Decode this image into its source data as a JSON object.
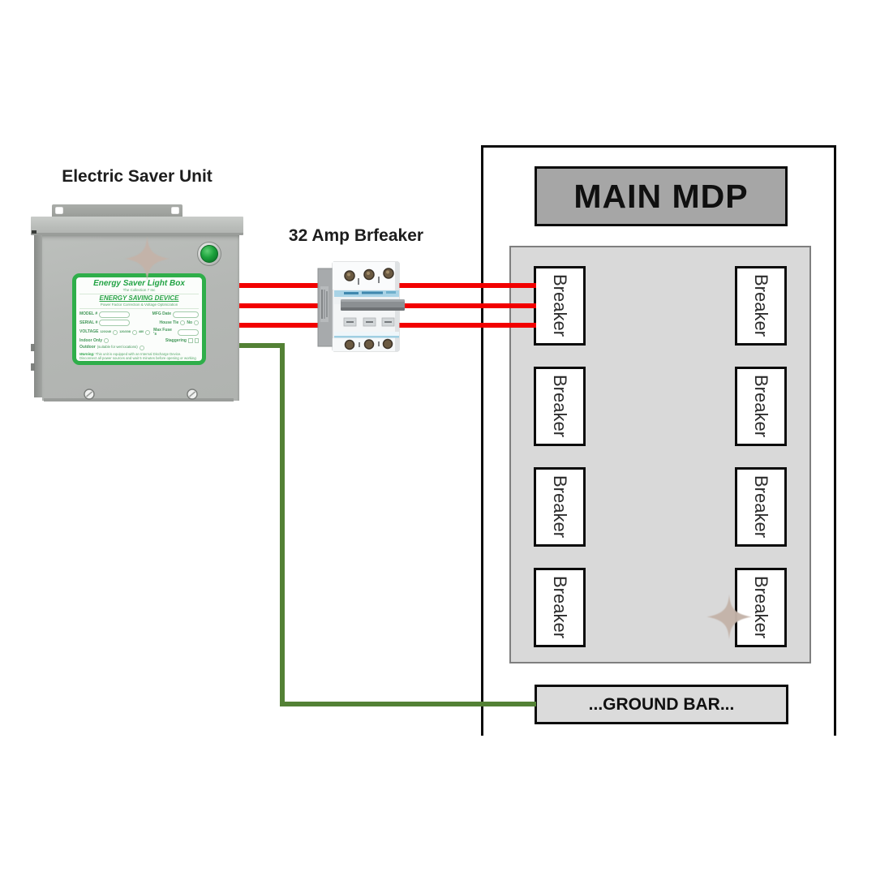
{
  "colors": {
    "wire_red": "#f20000",
    "wire_green": "#538135",
    "panel_header_gray": "#a6a6a6",
    "panel_inner_gray": "#d9d9d9",
    "ground_bar_gray": "#dbdbdb",
    "label_green": "#2fae4a",
    "sparkle_tan": "#c3b3a8"
  },
  "saver_unit": {
    "title": "Electric Saver Unit",
    "label": {
      "title": "Energy Saver Light Box",
      "subtitle": "The Collection 7 Inc",
      "heading": "ENERGY SAVING DEVICE",
      "subheading": "Power Factor Correction & Voltage Optimization",
      "model": "MODEL #",
      "mfg_date": "MFG Date",
      "serial": "SERIAL #",
      "house_tie": "House Tie",
      "no": "No",
      "voltage": "VOLTAGE",
      "v1": "120/240",
      "v2": "120/208",
      "v3": "480",
      "max_fuse": "Max Fuse 's",
      "indoor": "Indoor Only",
      "staggering": "Staggering",
      "outdoor": "Outdoor",
      "outdoor_note": "(suitable for wet locations)",
      "warning": "Warning:",
      "warning_text": "This unit is equipped with an Internal Discharge Device. Disconnect all power sources and wait 5 minutes before opening or working with this unit."
    }
  },
  "midspan_breaker": {
    "title": "32 Amp Brfeaker"
  },
  "panel": {
    "title": "MAIN MDP",
    "ground_bar_label": "...GROUND BAR...",
    "breakers": [
      {
        "label": "Breaker"
      },
      {
        "label": "Breaker"
      },
      {
        "label": "Breaker"
      },
      {
        "label": "Breaker"
      },
      {
        "label": "Breaker"
      },
      {
        "label": "Breaker"
      },
      {
        "label": "Breaker"
      },
      {
        "label": "Breaker"
      }
    ]
  }
}
